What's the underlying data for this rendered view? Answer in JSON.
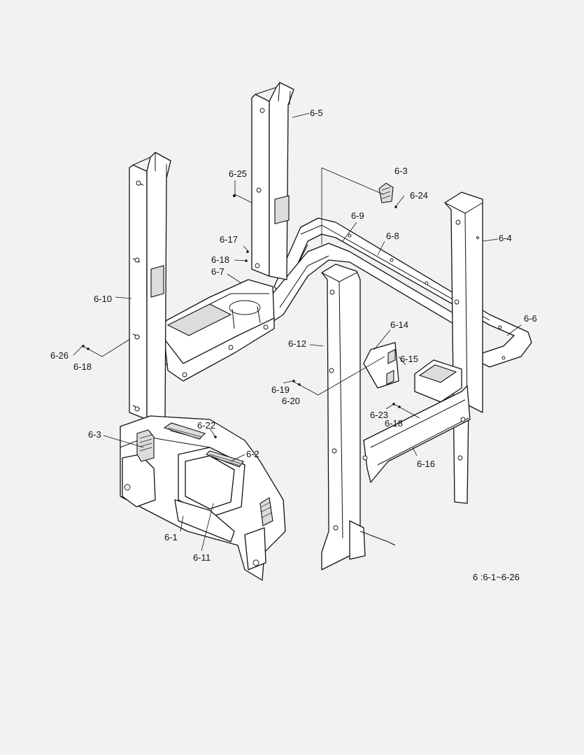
{
  "labels": {
    "p6_5": "6-5",
    "p6_25": "6-25",
    "p6_3_top": "6-3",
    "p6_24": "6-24",
    "p6_9": "6-9",
    "p6_8": "6-8",
    "p6_4": "6-4",
    "p6_17": "6-17",
    "p6_18_a": "6-18",
    "p6_7": "6-7",
    "p6_10": "6-10",
    "p6_26": "6-26",
    "p6_18_b": "6-18",
    "p6_14": "6-14",
    "p6_6": "6-6",
    "p6_12": "6-12",
    "p6_15": "6-15",
    "p6_19": "6-19",
    "p6_20": "6-20",
    "p6_23": "6-23",
    "p6_18_c": "6-18",
    "p6_22": "6-22",
    "p6_3_left": "6-3",
    "p6_2": "6-2",
    "p6_16": "6-16",
    "p6_1": "6-1",
    "p6_11": "6-11"
  },
  "note": "6 :6-1~6-26"
}
